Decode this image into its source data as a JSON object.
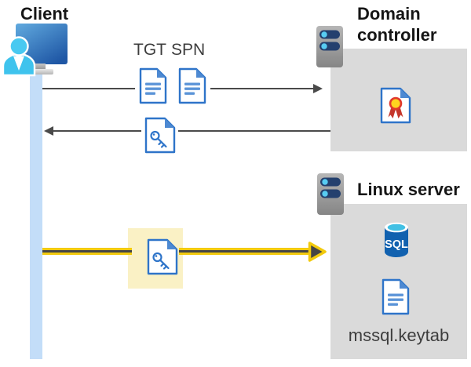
{
  "labels": {
    "client": "Client",
    "domain_controller": "Domain controller",
    "linux_server": "Linux server",
    "tgt": "TGT",
    "spn": "SPN",
    "sql": "SQL",
    "keytab": "mssql.keytab"
  },
  "colors": {
    "accent_blue": "#2e74c9",
    "monitor_blue_top": "#61aadf",
    "monitor_blue_bottom": "#1f57a5",
    "person_cyan": "#49c9f1",
    "timeline_blue": "#c3ddf8",
    "panel_gray": "#dadada",
    "arrow_gray": "#4a4a4a",
    "kerberos_yellow": "#f2ca0d",
    "highlight_yellow": "#faf1c5",
    "server_body_gray": "#9c9c9c",
    "server_pill_navy": "#24406e",
    "server_dot_cyan": "#58ccf2",
    "cert_red": "#e0382c",
    "cert_gold": "#ffd41f",
    "sql_cylinder_blue": "#1161af",
    "sql_top_cyan": "#41c0e4"
  },
  "icons": {
    "client": "client-workstation-icon",
    "servers": "server-icon",
    "tickets": "document-icon",
    "session_key": "key-document-icon",
    "certificate": "certificate-icon",
    "database": "sql-database-icon"
  }
}
